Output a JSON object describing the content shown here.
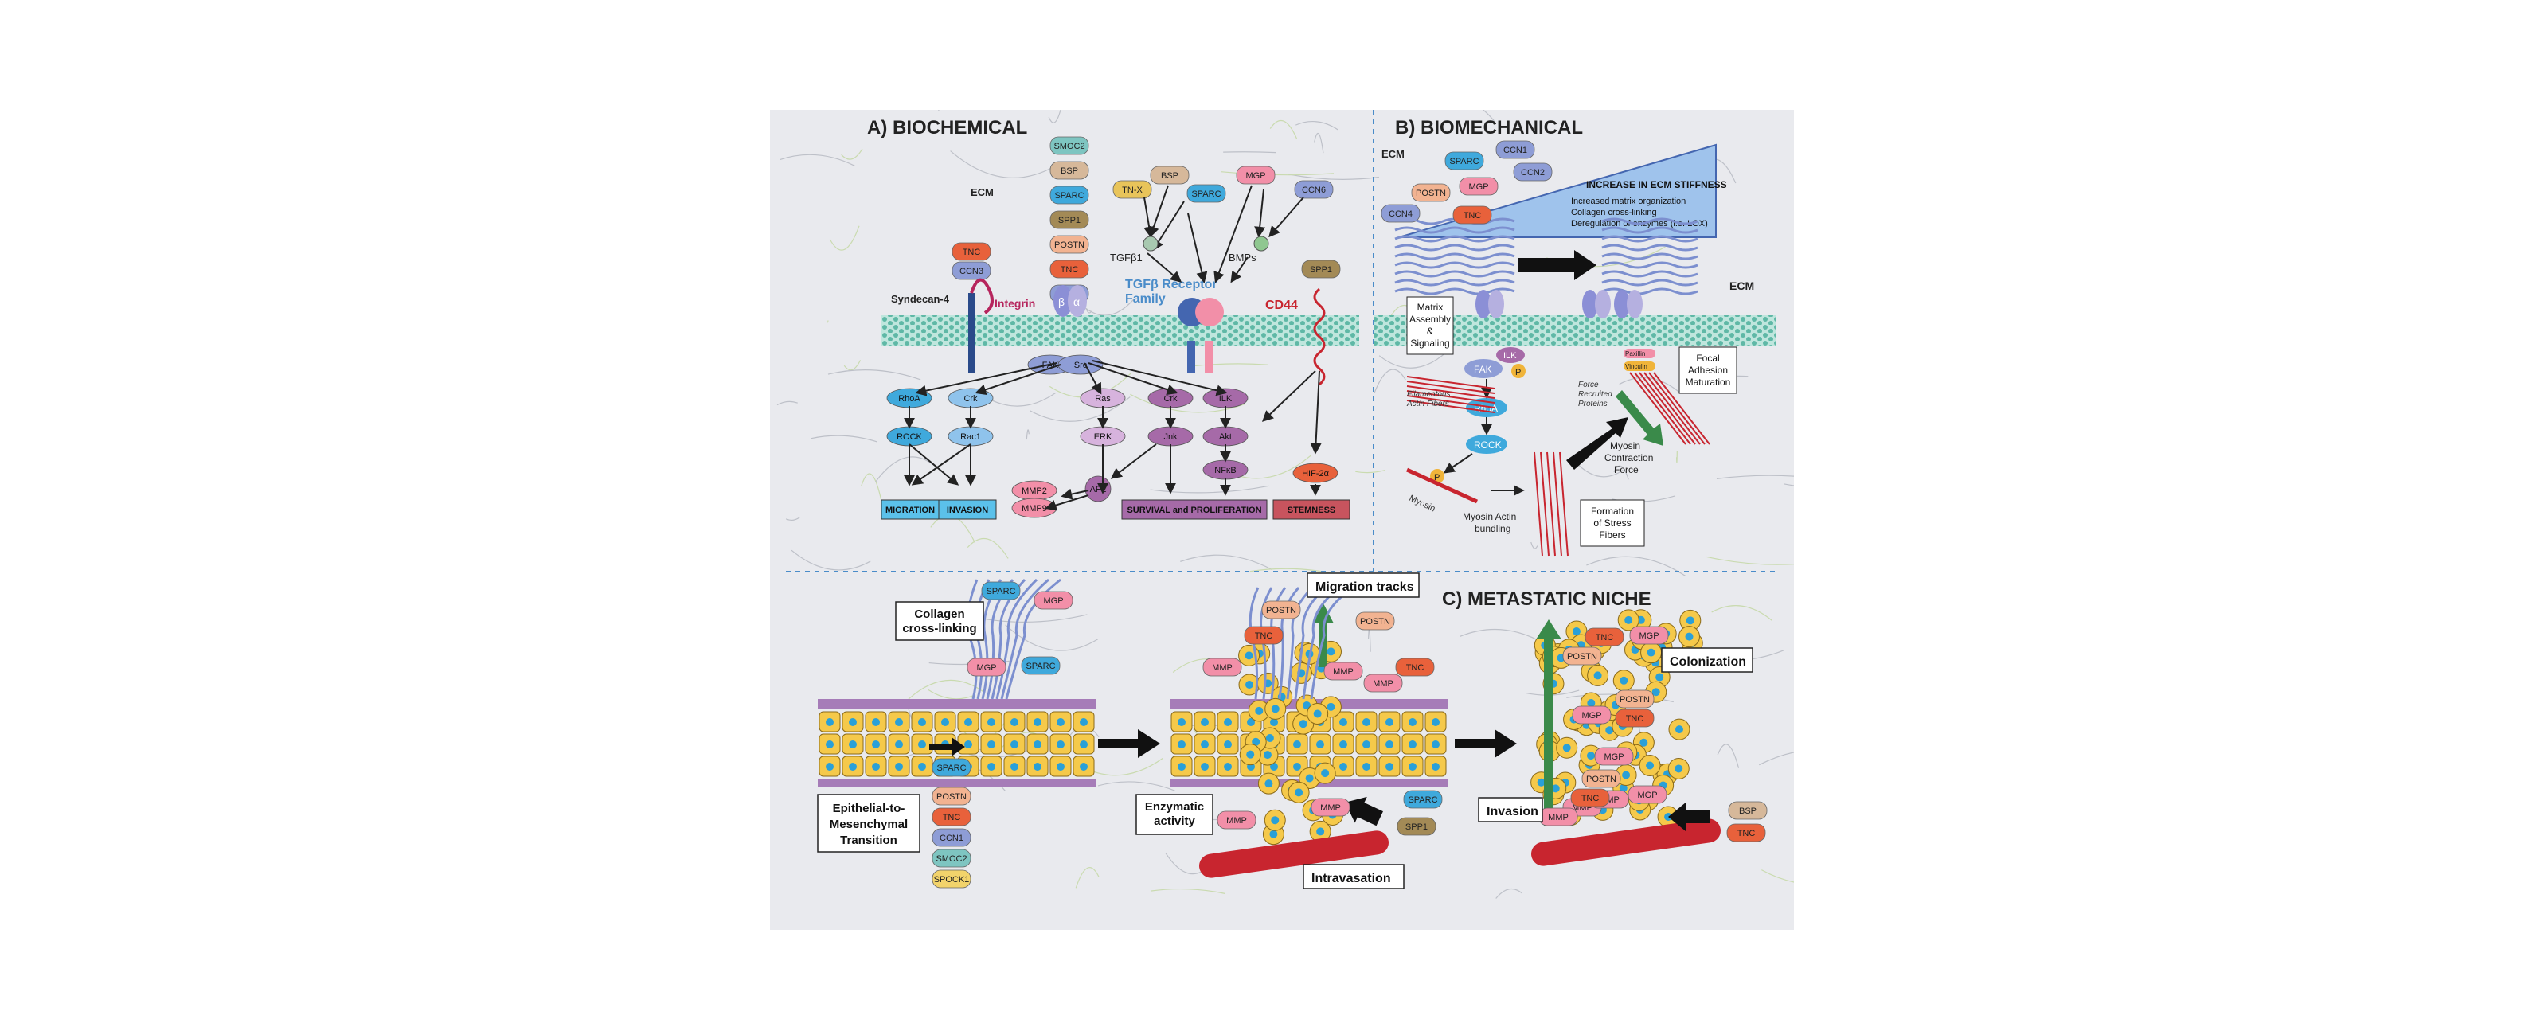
{
  "sections": {
    "a_title": "A) BIOCHEMICAL",
    "b_title": "B) BIOMECHANICAL",
    "c_title": "C) METASTATIC NICHE"
  },
  "panel_a": {
    "ecm": "ECM",
    "matrix_proteins": [
      "SMOC2",
      "BSP",
      "SPARC",
      "SPP1",
      "POSTN",
      "TNC",
      "CCN"
    ],
    "left_proteins": [
      "TNC",
      "CCN3"
    ],
    "top_proteins": [
      "TN-X",
      "BSP",
      "SPARC",
      "MGP",
      "CCN6"
    ],
    "tgfb1": "TGFβ1",
    "bmps": "BMPs",
    "spp1_right": "SPP1",
    "syndecan": "Syndecan-4",
    "integrin": "Integrin",
    "beta": "β",
    "alpha": "α",
    "tgfbr": "TGFβ Receptor",
    "tgfbr2": "Family",
    "cd44": "CD44",
    "signals": {
      "fak": "FAK",
      "src": "Src",
      "rhoa": "RhoA",
      "crk1": "Crk",
      "rock": "ROCK",
      "rac1": "Rac1",
      "ras": "Ras",
      "crk2": "Crk",
      "ilk": "ILK",
      "erk": "ERK",
      "jnk": "Jnk",
      "akt": "Akt",
      "nfkb": "NFκB",
      "hif": "HIF-2α",
      "mmp2": "MMP2",
      "mmp9": "MMP9",
      "ap1": "AP1"
    },
    "outcomes": {
      "migration": "MIGRATION",
      "invasion": "INVASION",
      "survival": "SURVIVAL and PROLIFERATION",
      "stemness": "STEMNESS"
    }
  },
  "panel_b": {
    "ecm_top": "ECM",
    "ecm_right": "ECM",
    "proteins": [
      "SPARC",
      "CCN1",
      "CCN2",
      "POSTN",
      "MGP",
      "CCN4",
      "TNC"
    ],
    "stiffness_title": "INCREASE IN ECM STIFFNESS",
    "stiffness_lines": [
      "Increased matrix organization",
      "Collagen cross-linking",
      "Deregulation of enzymes (i.e. LOX)"
    ],
    "matrix_box": [
      "Matrix",
      "Assembly",
      "&",
      "Signaling"
    ],
    "ilk": "ILK",
    "fak": "FAK",
    "p": "P",
    "rhoa": "RhoA",
    "rock": "ROCK",
    "filamentous": [
      "Filamentous",
      "Actin Fibers"
    ],
    "force_recruited": [
      "Force",
      "Recruited",
      "Proteins"
    ],
    "paxillin": "Paxillin",
    "vinculin": "Vinculin",
    "focal_box": [
      "Focal",
      "Adhesion",
      "Maturation"
    ],
    "myosin": "Myosin",
    "myosin_force": [
      "Myosin",
      "Contraction",
      "Force"
    ],
    "myosin_bundling": [
      "Myosin Actin",
      "bundling"
    ],
    "stress_box": [
      "Formation",
      "of Stress",
      "Fibers"
    ]
  },
  "panel_c": {
    "collagen_box": [
      "Collagen",
      "cross-linking"
    ],
    "emt_box": [
      "Epithelial-to-",
      "Mesenchymal",
      "Transition"
    ],
    "emt_proteins": [
      "SPARC",
      "POSTN",
      "TNC",
      "CCN1",
      "SMOC2",
      "SPOCK1"
    ],
    "top_proteins": [
      "SPARC",
      "MGP",
      "MGP",
      "SPARC"
    ],
    "migration_box": "Migration tracks",
    "enzymatic_box": [
      "Enzymatic",
      "activity"
    ],
    "intravasation_box": "Intravasation",
    "mid_proteins": [
      "POSTN",
      "TNC",
      "POSTN",
      "TNC",
      "SPARC",
      "SPP1"
    ],
    "mmp": "MMP",
    "colonization_box": "Colonization",
    "invasion_box": "Invasion",
    "niche_proteins": [
      "TNC",
      "MGP",
      "POSTN",
      "MGP",
      "POSTN",
      "TNC",
      "MGP",
      "POSTN",
      "TNC",
      "MGP",
      "BSP",
      "TNC"
    ]
  },
  "colors": {
    "membrane": "#5fb8a6",
    "sparc": "#3fa9dc",
    "mgp": "#f28fa8",
    "tnc": "#e8613b",
    "postn": "#f2b391",
    "ccn": "#8e9dd6",
    "smoc2": "#7ec5c1",
    "bsp": "#d6b89a",
    "spp1": "#a38a56",
    "migration": "#5bc1ea",
    "survival": "#a66aa8",
    "stemness": "#c8545e",
    "collagen": "#a7b5e0",
    "cell": "#f5c94a"
  }
}
